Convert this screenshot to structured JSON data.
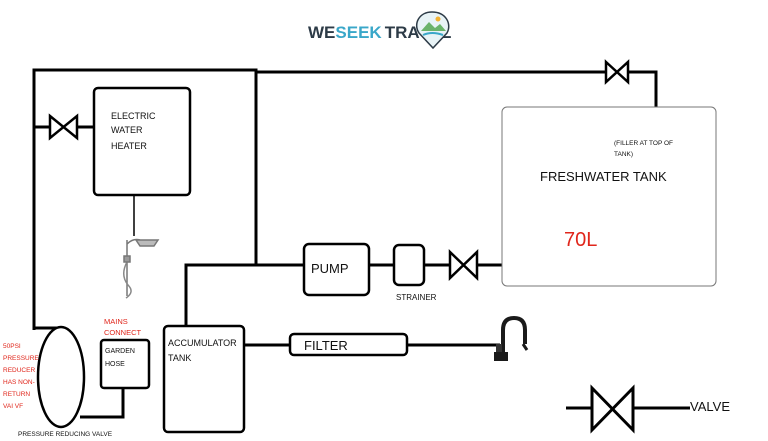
{
  "logo": {
    "part_we": "WE",
    "part_seek": "SEEK",
    "part_travel": "TRAVEL",
    "colors": {
      "dark": "#2d3b47",
      "accent": "#3aa7c9",
      "green": "#6ab36a"
    }
  },
  "labels": {
    "heater": [
      "ELECTRIC",
      "WATER",
      "HEATER"
    ],
    "filler": [
      "(FILLER AT TOP OF",
      "TANK)"
    ],
    "tank_title": "FRESHWATER TANK",
    "tank_volume": "70L",
    "pump": "PUMP",
    "strainer": "STRAINER",
    "mains": [
      "MAINS",
      "CONNECT"
    ],
    "garden": [
      "GARDEN",
      "HOSE"
    ],
    "accumulator": [
      "ACCUMULATOR",
      "TANK"
    ],
    "filter": "FILTER",
    "reducer_note": [
      "50PSI",
      "PRESSURE",
      "REDUCER",
      "HAS NON-",
      "RETURN",
      "VAI VF"
    ],
    "prv": "PRESSURE REDUCING VALVE",
    "legend_valve": "VALVE"
  },
  "colors": {
    "line": "#000000",
    "note_red": "#e0261b"
  }
}
